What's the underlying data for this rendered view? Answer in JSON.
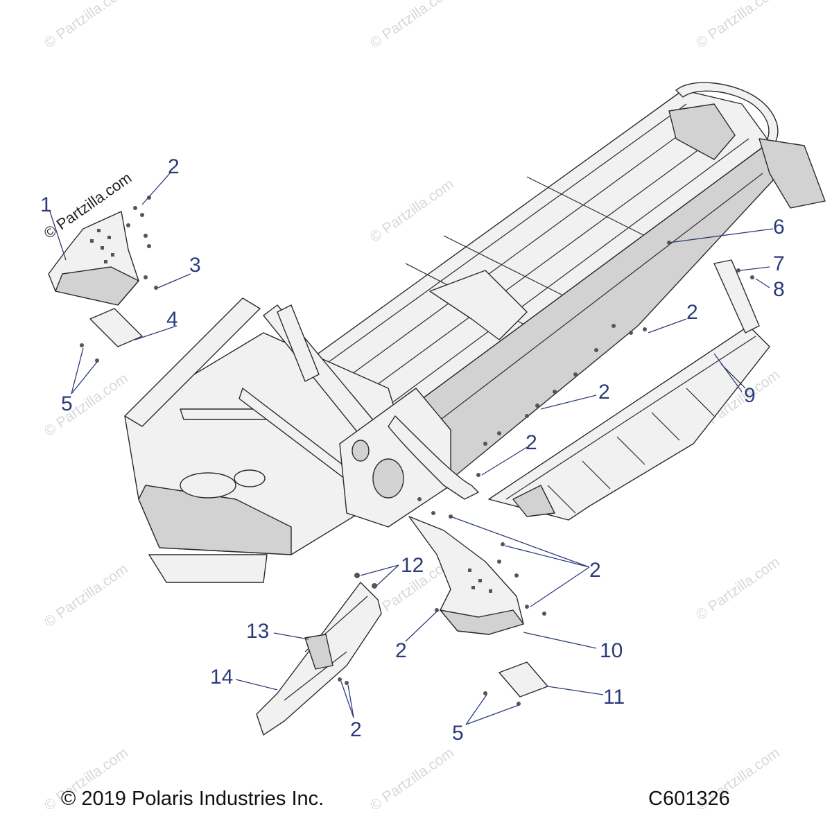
{
  "watermark_text": "© Partzilla.com",
  "logo_watermark": "© Partzilla.com",
  "copyright": "© 2019 Polaris Industries Inc.",
  "diagram_code": "C601326",
  "callouts": [
    "1",
    "2",
    "3",
    "4",
    "5",
    "6",
    "7",
    "8",
    "9",
    "10",
    "11",
    "12",
    "13",
    "14"
  ],
  "colors": {
    "callout": "#2b3a7a",
    "line": "#2a2a2a",
    "fill": "#f1f1f1",
    "watermark": "#d8d8d8"
  }
}
